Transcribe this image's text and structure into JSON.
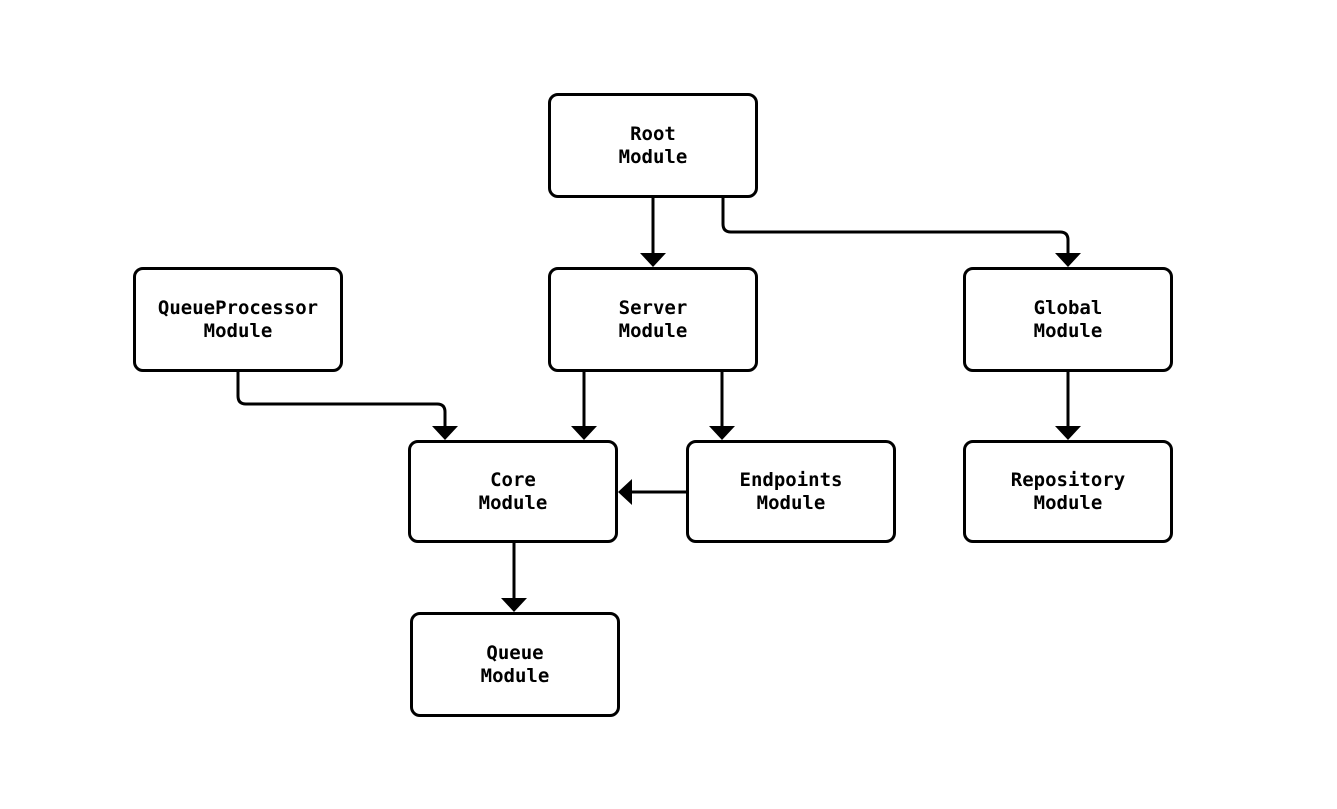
{
  "diagram": {
    "type": "flowchart",
    "background_color": "#ffffff",
    "line_color": "#000000",
    "text_color": "#000000",
    "node_fill_color": "#ffffff",
    "nodes": {
      "root": {
        "label": "Root\nModule"
      },
      "queueprocessor": {
        "label": "QueueProcessor\nModule"
      },
      "server": {
        "label": "Server\nModule"
      },
      "global": {
        "label": "Global\nModule"
      },
      "core": {
        "label": "Core\nModule"
      },
      "endpoints": {
        "label": "Endpoints\nModule"
      },
      "repository": {
        "label": "Repository\nModule"
      },
      "queue": {
        "label": "Queue\nModule"
      }
    },
    "edges": [
      {
        "from": "Root Module",
        "to": "Server Module"
      },
      {
        "from": "Root Module",
        "to": "Global Module"
      },
      {
        "from": "QueueProcessor Module",
        "to": "Core Module"
      },
      {
        "from": "Server Module",
        "to": "Core Module"
      },
      {
        "from": "Server Module",
        "to": "Endpoints Module"
      },
      {
        "from": "Endpoints Module",
        "to": "Core Module"
      },
      {
        "from": "Global Module",
        "to": "Repository Module"
      },
      {
        "from": "Core Module",
        "to": "Queue Module"
      }
    ]
  }
}
